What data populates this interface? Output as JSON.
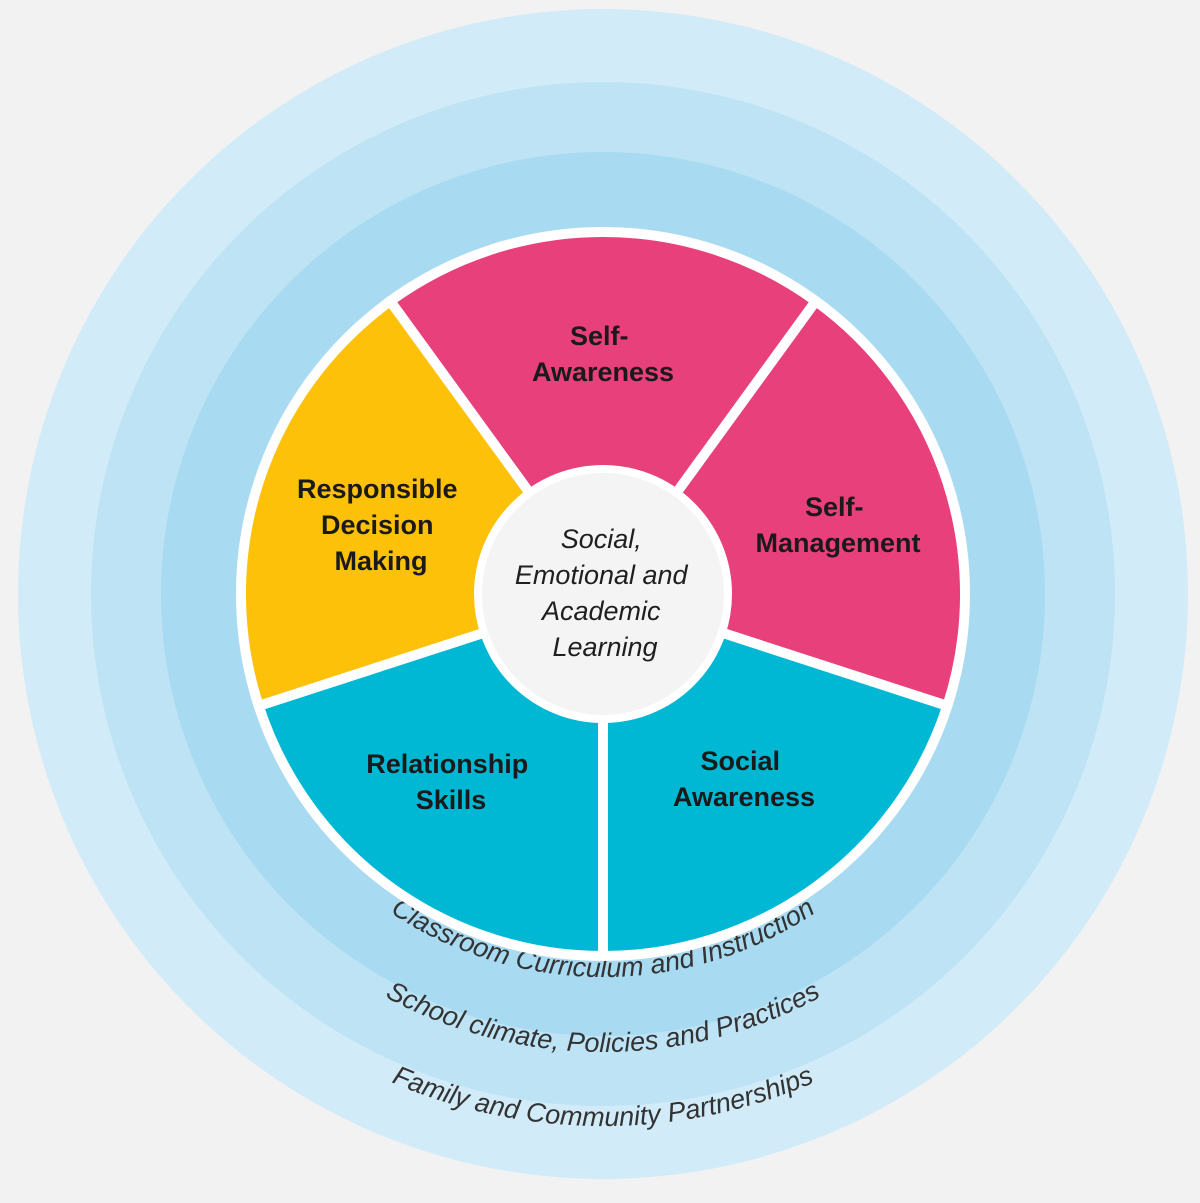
{
  "center": {
    "lines": [
      "Social,",
      "Emotional and",
      "Academic",
      "Learning"
    ]
  },
  "segments": [
    {
      "id": "self-awareness",
      "lines": [
        "Self-",
        "Awareness"
      ],
      "color": "#e8407a"
    },
    {
      "id": "self-management",
      "lines": [
        "Self-",
        "Management"
      ],
      "color": "#e8407a"
    },
    {
      "id": "social-awareness",
      "lines": [
        "Social",
        "Awareness"
      ],
      "color": "#00b8d4"
    },
    {
      "id": "relationship-skills",
      "lines": [
        "Relationship",
        "Skills"
      ],
      "color": "#00b8d4"
    },
    {
      "id": "responsible-decision-making",
      "lines": [
        "Responsible",
        "Decision",
        "Making"
      ],
      "color": "#fdc10a"
    }
  ],
  "rings": [
    {
      "id": "classroom",
      "label": "Classroom Curriculum and Instruction",
      "color": "#a8daf2"
    },
    {
      "id": "school",
      "label": "School climate, Policies and Practices",
      "color": "#bde3f5"
    },
    {
      "id": "family",
      "label": "Family and Community Partnerships",
      "color": "#d2ebf8"
    }
  ],
  "colors": {
    "background": "#f2f2f2",
    "center_fill": "#f4f4f4",
    "segment_gap": "#ffffff"
  }
}
